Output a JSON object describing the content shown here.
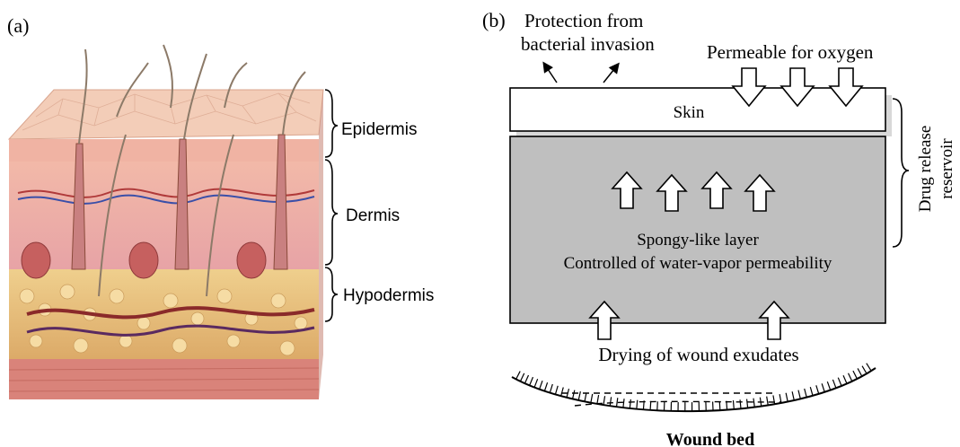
{
  "panel_a": {
    "label": "(a)",
    "layers": {
      "epidermis": "Epidermis",
      "dermis": "Dermis",
      "hypodermis": "Hypodermis"
    }
  },
  "panel_b": {
    "label": "(b)",
    "protection_line1": "Protection from",
    "protection_line2": "bacterial invasion",
    "oxygen": "Permeable for oxygen",
    "skin": "Skin",
    "spongy_line1": "Spongy-like layer",
    "spongy_line2": "Controlled of water-vapor permeability",
    "drug_line1": "Drug release",
    "drug_line2": "reservoir",
    "drying": "Drying of wound exudates",
    "wound_bed": "Wound bed"
  },
  "colors": {
    "layer_gray": "#bfbfbf",
    "epidermis_skin": "#f1c2ae",
    "dermis_pink": "#e8a7a7",
    "hypodermis_fat": "#e9c27e",
    "muscle": "#d9786c"
  }
}
